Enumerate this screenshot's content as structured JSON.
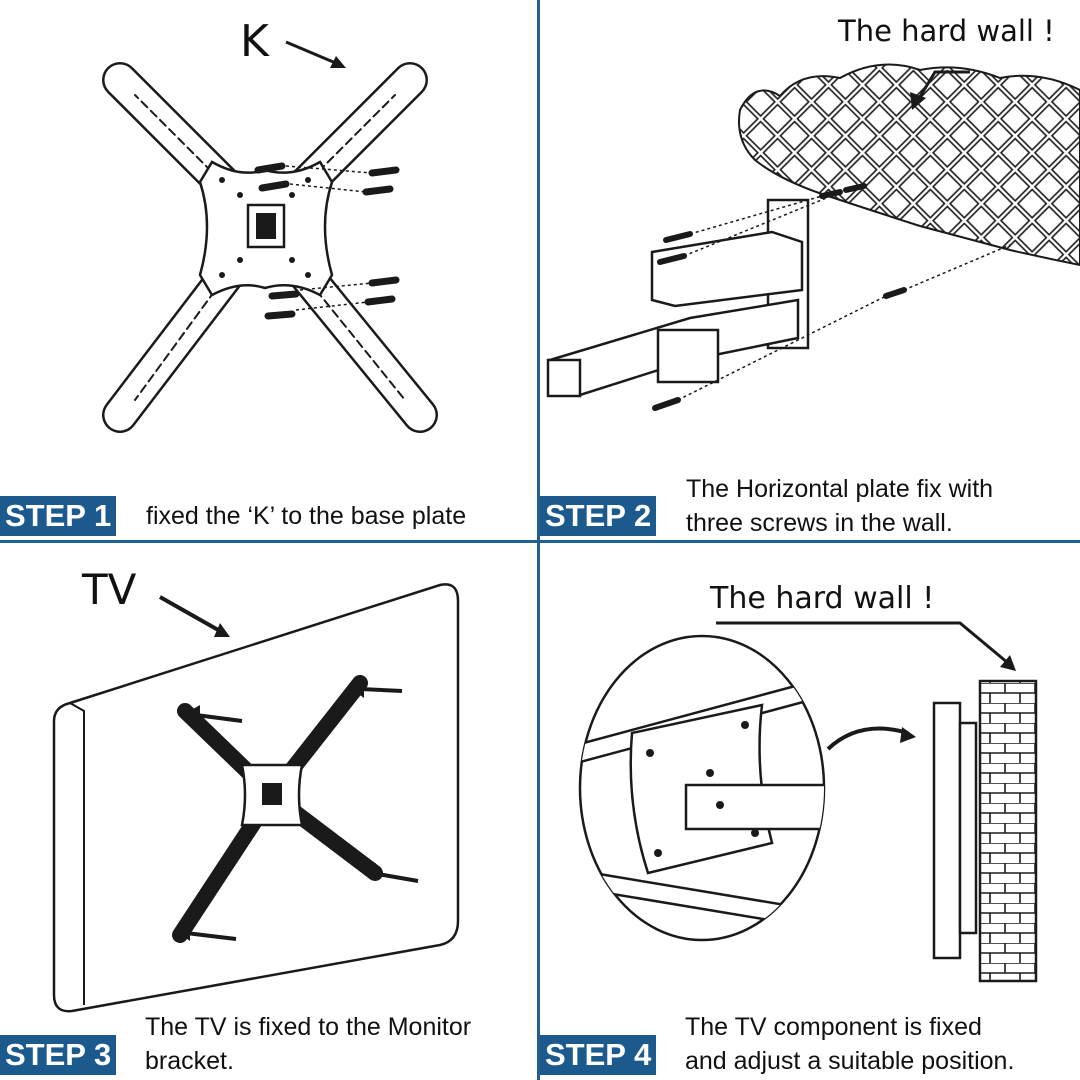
{
  "steps": [
    {
      "badge": "STEP 1",
      "caption": [
        "fixed the ‘K’ to the base plate"
      ],
      "callout": "K"
    },
    {
      "badge": "STEP 2",
      "caption": [
        "The Horizontal plate fix with",
        "three screws in the wall."
      ],
      "callout": "The hard wall !"
    },
    {
      "badge": "STEP 3",
      "caption": [
        "The TV is fixed to the Monitor",
        "bracket."
      ],
      "callout": "TV"
    },
    {
      "badge": "STEP 4",
      "caption": [
        "The TV component is fixed",
        "and adjust a suitable position."
      ],
      "callout": "The hard wall !"
    }
  ],
  "colors": {
    "badge_bg": "#1c5a8e",
    "badge_text": "#ffffff",
    "divider": "#1f5f92",
    "line_art": "#1a1a1a"
  }
}
